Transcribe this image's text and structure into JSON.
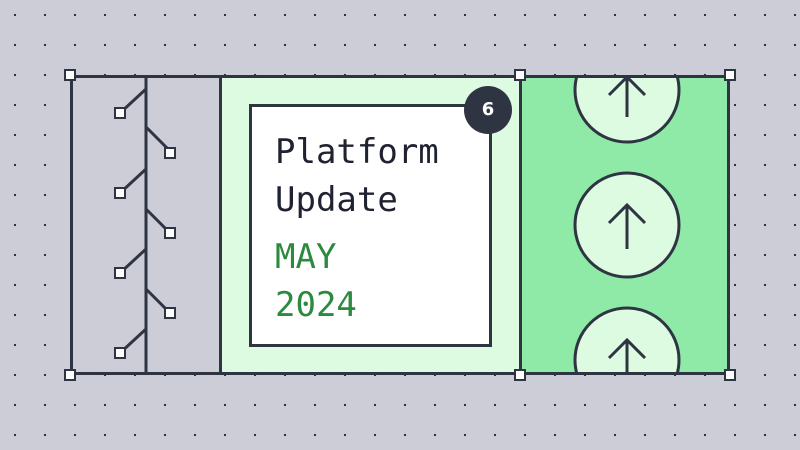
{
  "card": {
    "title_line1": "Platform",
    "title_line2": "Update",
    "month": "MAY",
    "year": "2024",
    "badge": "6"
  },
  "colors": {
    "background": "#cdcdd8",
    "ink": "#2f3443",
    "mint_panel": "#dcfbe1",
    "green_panel": "#8eeaa6",
    "accent_text": "#2b8a3e"
  },
  "icons": [
    "circuit-branch-icon",
    "arrow-up-icon",
    "selection-handle-icon"
  ]
}
